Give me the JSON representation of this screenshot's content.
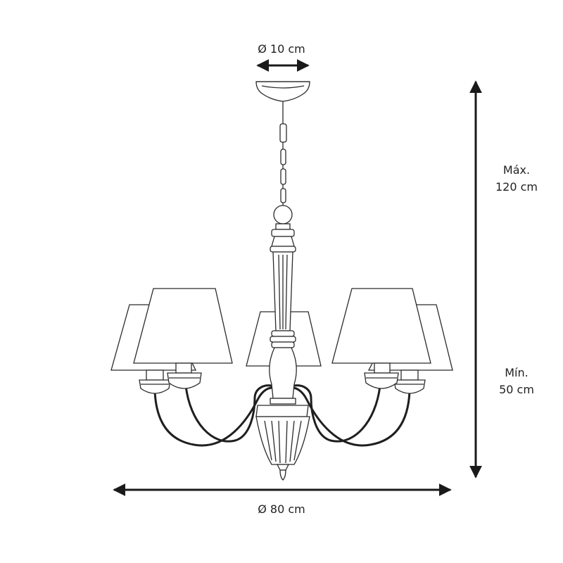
{
  "dimensions": {
    "canopy_diameter": "Ø 10 cm",
    "overall_diameter": "Ø 80 cm",
    "height_max_line1": "Máx.",
    "height_max_line2": "120 cm",
    "height_min_line1": "Mín.",
    "height_min_line2": "50 cm"
  },
  "colors": {
    "stroke": "#2b2b2b",
    "arrow": "#1a1a1a",
    "fill": "#ffffff"
  }
}
